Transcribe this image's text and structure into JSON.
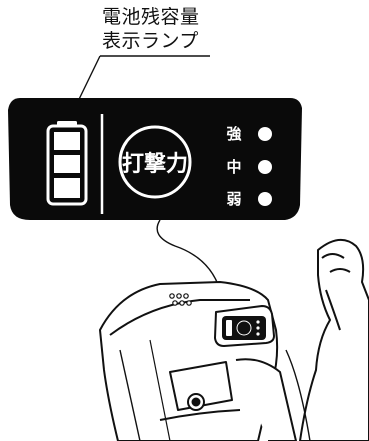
{
  "callout": {
    "line1": "電池残容量",
    "line2": "表示ランプ"
  },
  "panel": {
    "button_label": "打撃力",
    "levels": [
      {
        "label": "強"
      },
      {
        "label": "中"
      },
      {
        "label": "弱"
      }
    ]
  },
  "colors": {
    "panel_bg": "#0a0a0a",
    "indicator": "#ffffff"
  }
}
